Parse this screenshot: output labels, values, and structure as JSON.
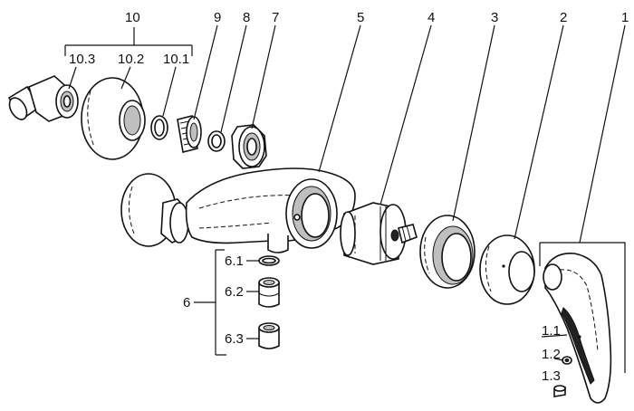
{
  "labels": {
    "p1": "1",
    "p2": "2",
    "p3": "3",
    "p4": "4",
    "p5": "5",
    "p6": "6",
    "p7": "7",
    "p8": "8",
    "p9": "9",
    "p10": "10",
    "p10_1": "10.1",
    "p10_2": "10.2",
    "p10_3": "10.3",
    "p6_1": "6.1",
    "p6_2": "6.2",
    "p6_3": "6.3",
    "p1_1": "1.1",
    "p1_2": "1.2",
    "p1_3": "1.3"
  }
}
